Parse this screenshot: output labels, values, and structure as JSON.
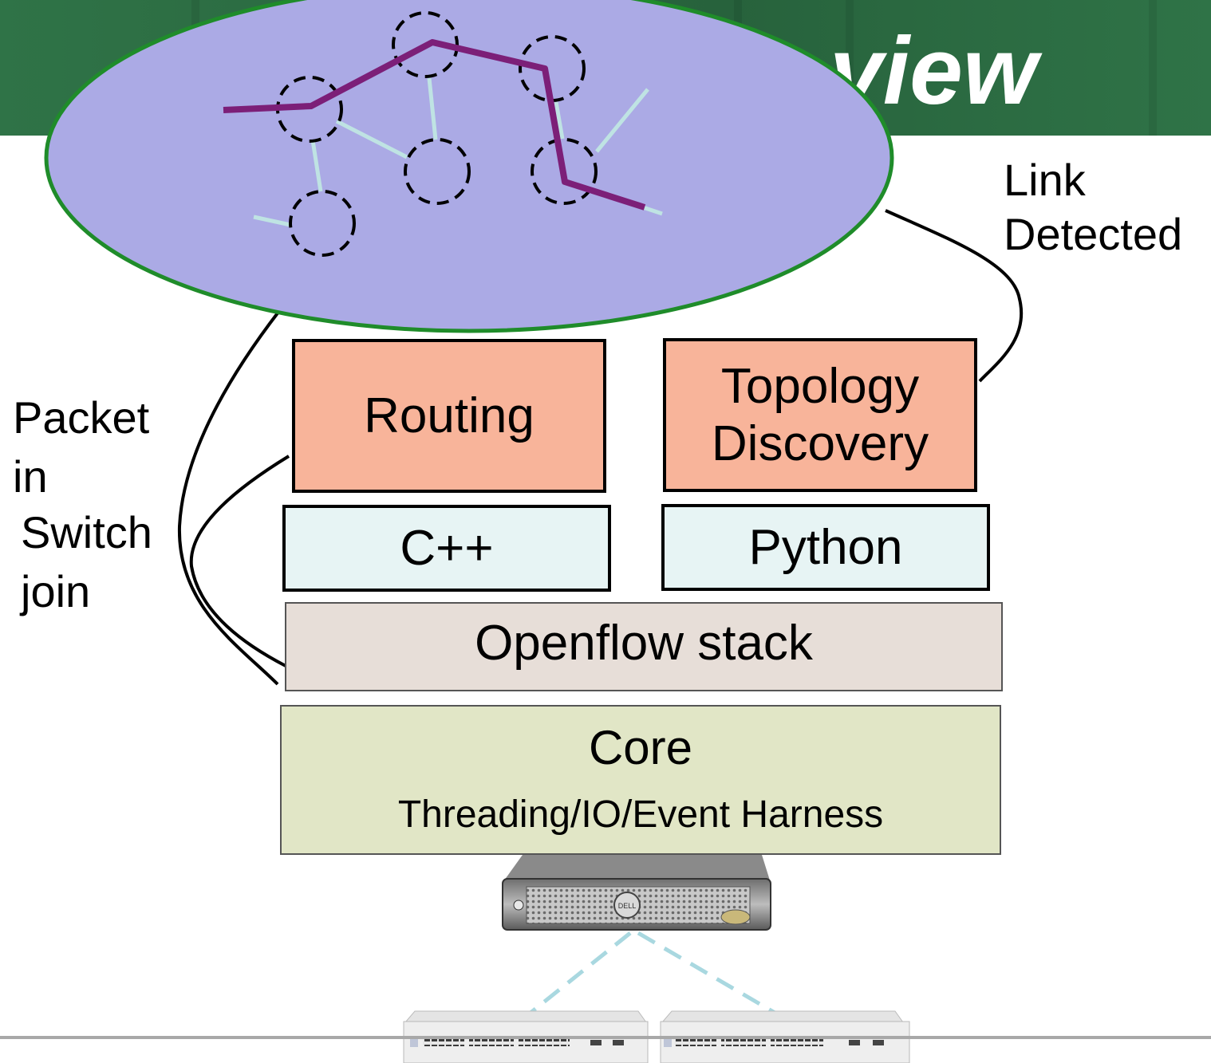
{
  "title": "view",
  "labels": {
    "link_detected_line1": "Link",
    "link_detected_line2": "Detected",
    "packet_in_line1": "Packet",
    "packet_in_line2": "in",
    "switch_join_line1": "Switch",
    "switch_join_line2": "join"
  },
  "boxes": {
    "routing": "Routing",
    "topology_line1": "Topology",
    "topology_line2": "Discovery",
    "cpp": "C++",
    "python": "Python",
    "openflow": "Openflow stack",
    "core_title": "Core",
    "core_subtitle": "Threading/IO/Event Harness"
  },
  "server": {
    "brand": "DELL"
  },
  "colors": {
    "title_bar": "#2b6a41",
    "ellipse_fill": "#abaae5",
    "ellipse_stroke": "#1f8c2a",
    "path": "#7c1f78",
    "links": "#bfe3e3",
    "routing_box": "#f8b49a",
    "lang_box": "#e7f4f4",
    "openflow_box": "#e7ded8",
    "core_box": "#e1e6c6",
    "dashed_link": "#a9d8e0"
  }
}
